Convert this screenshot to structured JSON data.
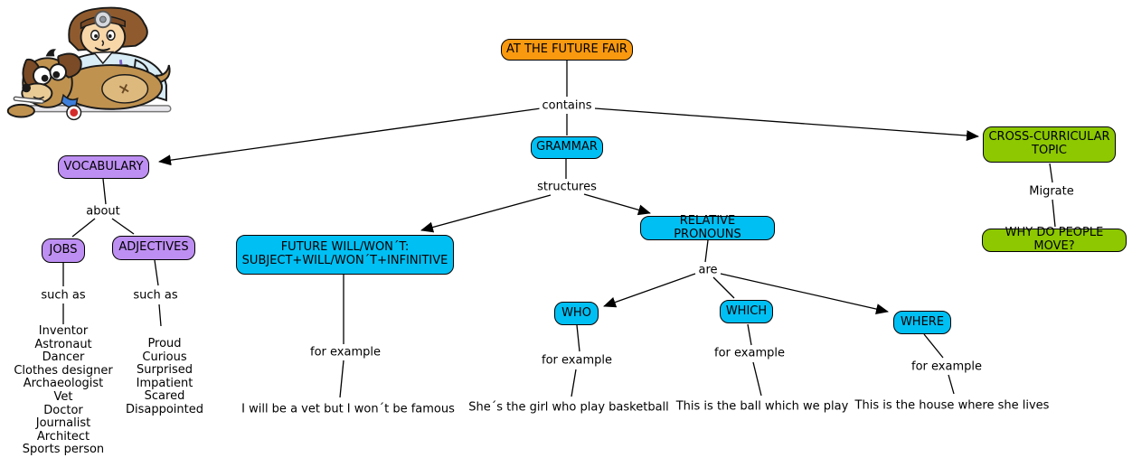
{
  "palette": {
    "node-orange": "#F8990F",
    "node-cyan": "#00BFF3",
    "node-purple": "#BE8FF2",
    "node-green": "#8DC800",
    "edge": "#000000",
    "background": "#FFFFFF"
  },
  "nodes": {
    "root": {
      "label": "AT THE FUTURE FAIR"
    },
    "grammar": {
      "label": "GRAMMAR"
    },
    "vocabulary": {
      "label": "VOCABULARY"
    },
    "cross_curricular": {
      "lines": [
        "CROSS-CURRICULAR",
        "TOPIC"
      ]
    },
    "why_move": {
      "label": "WHY DO PEOPLE MOVE?"
    },
    "jobs": {
      "label": "JOBS"
    },
    "adjectives": {
      "label": "ADJECTIVES"
    },
    "future_will": {
      "lines": [
        "FUTURE WILL/WON´T:",
        "SUBJECT+WILL/WON´T+INFINITIVE"
      ]
    },
    "relative_pronouns": {
      "label": "RELATIVE PRONOUNS"
    },
    "who": {
      "label": "WHO"
    },
    "which": {
      "label": "WHICH"
    },
    "where": {
      "label": "WHERE"
    }
  },
  "links": {
    "contains": "contains",
    "structures": "structures",
    "about": "about",
    "jobs_such_as": "such as",
    "adjectives_such_as": "such as",
    "are": "are",
    "future_for_example": "for example",
    "who_for_example": "for example",
    "which_for_example": "for example",
    "where_for_example": "for example",
    "migrate": "Migrate"
  },
  "lists": {
    "jobs": [
      "Inventor",
      "Astronaut",
      "Dancer",
      "Clothes designer",
      "Archaeologist",
      "Vet",
      "Doctor",
      "Journalist",
      "Architect",
      "Sports person"
    ],
    "adjectives": [
      "Proud",
      "Curious",
      "Surprised",
      "Impatient",
      "Scared",
      "Disappointed"
    ]
  },
  "examples": {
    "future": "I will be a vet but I won´t be famous",
    "who": "She´s the girl who play basketball",
    "which": "This is the ball which we play",
    "where": "This is the house where she lives"
  },
  "illustration": {
    "alt": "Cartoon vet examining a dog lying on a table"
  }
}
